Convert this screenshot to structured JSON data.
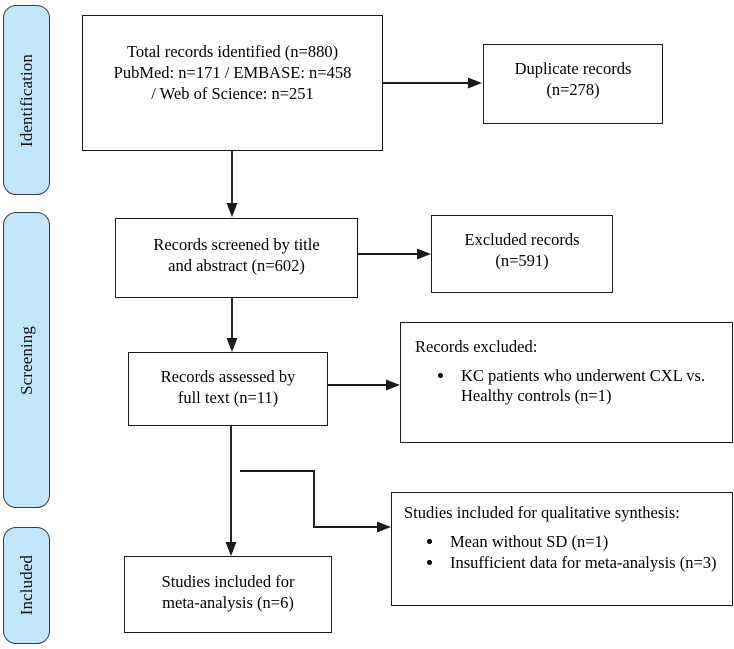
{
  "diagram": {
    "title": "PRISMA study selection flow diagram",
    "accent_color": "#c3e5f9",
    "border_color": "#36404a",
    "box_border_color": "#1a1a1a",
    "background": "#ffffff"
  },
  "stages": [
    {
      "id": "identification",
      "label": "Identification"
    },
    {
      "id": "screening",
      "label": "Screening"
    },
    {
      "id": "included",
      "label": "Included"
    }
  ],
  "boxes": {
    "total_records": {
      "text": "Total records identified (n=880)\nPubMed: n=171 / EMBASE: n=458\n/ Web of Science: n=251"
    },
    "duplicates": {
      "text": "Duplicate records\n(n=278)"
    },
    "screened": {
      "text": "Records screened by title\nand abstract (n=602)"
    },
    "excluded_records": {
      "text": "Excluded records\n(n=591)"
    },
    "fulltext": {
      "text": "Records assessed by\nfull text (n=11)"
    },
    "records_excluded": {
      "heading": "Records excluded:",
      "items": [
        "KC patients who underwent CXL vs. Healthy controls (n=1)"
      ]
    },
    "qualitative": {
      "heading": "Studies included for qualitative synthesis:",
      "items": [
        "Mean without SD (n=1)",
        "Insufficient data for meta-analysis (n=3)"
      ]
    },
    "meta_analysis": {
      "text": "Studies included for\nmeta-analysis (n=6)"
    }
  },
  "counts": {
    "total_identified": 880,
    "pubmed": 171,
    "embase": 458,
    "web_of_science": 251,
    "duplicates": 278,
    "screened": 602,
    "excluded_after_screening": 591,
    "assessed_full_text": 11,
    "excluded_kc_cxl_vs_healthy": 1,
    "qualitative_mean_without_sd": 1,
    "qualitative_insufficient_data": 3,
    "meta_analysis": 6
  }
}
